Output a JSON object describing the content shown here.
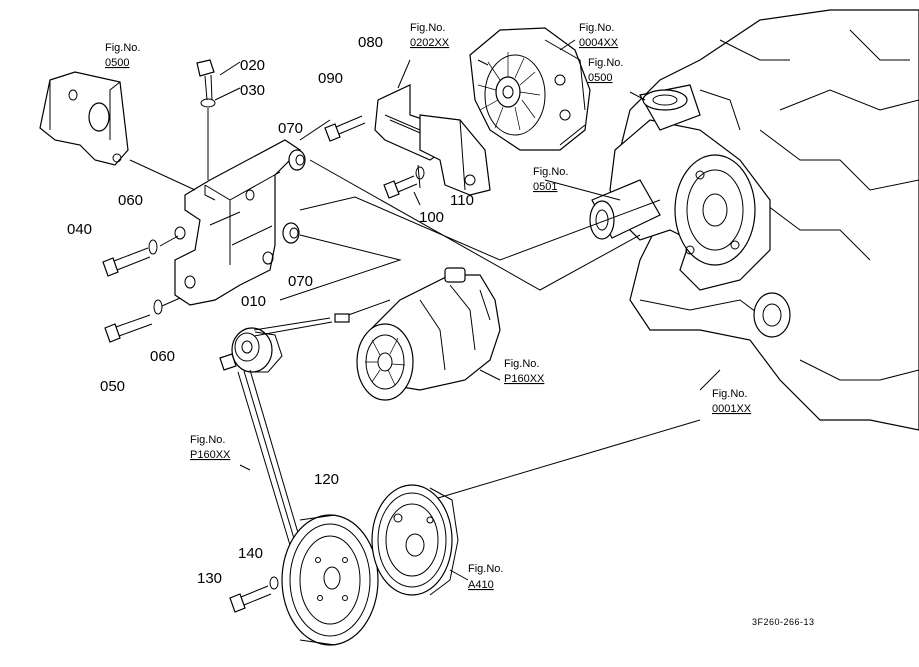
{
  "parts": {
    "p010": "010",
    "p020": "020",
    "p030": "030",
    "p040": "040",
    "p050": "050",
    "p060a": "060",
    "p060b": "060",
    "p070a": "070",
    "p070b": "070",
    "p080": "080",
    "p090": "090",
    "p100": "100",
    "p110": "110",
    "p120": "120",
    "p130": "130",
    "p140": "140"
  },
  "figures": {
    "label": "Fig.No.",
    "f0500a": "0500",
    "f0202": "0202XX",
    "f0004": "0004XX",
    "f0500b": "0500",
    "f0501": "0501",
    "fp160a": "P160XX",
    "f0001": "0001XX",
    "fp160b": "P160XX",
    "fa410": "A410"
  },
  "reference_code": "3F260-266-13"
}
